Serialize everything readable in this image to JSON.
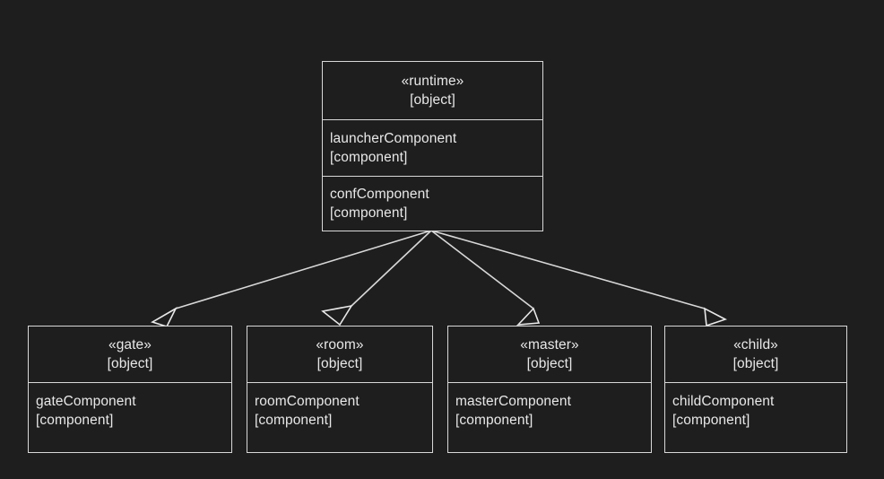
{
  "diagram": {
    "type": "uml-object-diagram",
    "background_color": "#1e1e1e",
    "stroke_color": "#d8d8d8",
    "text_color": "#e8e8e8",
    "relationship": "generalization",
    "parent": {
      "stereotype": "«runtime»",
      "instance_type": "[object]",
      "attributes": [
        {
          "name": "launcherComponent",
          "type": "[component]"
        },
        {
          "name": "confComponent",
          "type": "[component]"
        }
      ]
    },
    "children": [
      {
        "stereotype": "«gate»",
        "instance_type": "[object]",
        "attributes": [
          {
            "name": "gateComponent",
            "type": "[component]"
          }
        ]
      },
      {
        "stereotype": "«room»",
        "instance_type": "[object]",
        "attributes": [
          {
            "name": "roomComponent",
            "type": "[component]"
          }
        ]
      },
      {
        "stereotype": "«master»",
        "instance_type": "[object]",
        "attributes": [
          {
            "name": "masterComponent",
            "type": "[component]"
          }
        ]
      },
      {
        "stereotype": "«child»",
        "instance_type": "[object]",
        "attributes": [
          {
            "name": "childComponent",
            "type": "[component]"
          }
        ]
      }
    ]
  }
}
